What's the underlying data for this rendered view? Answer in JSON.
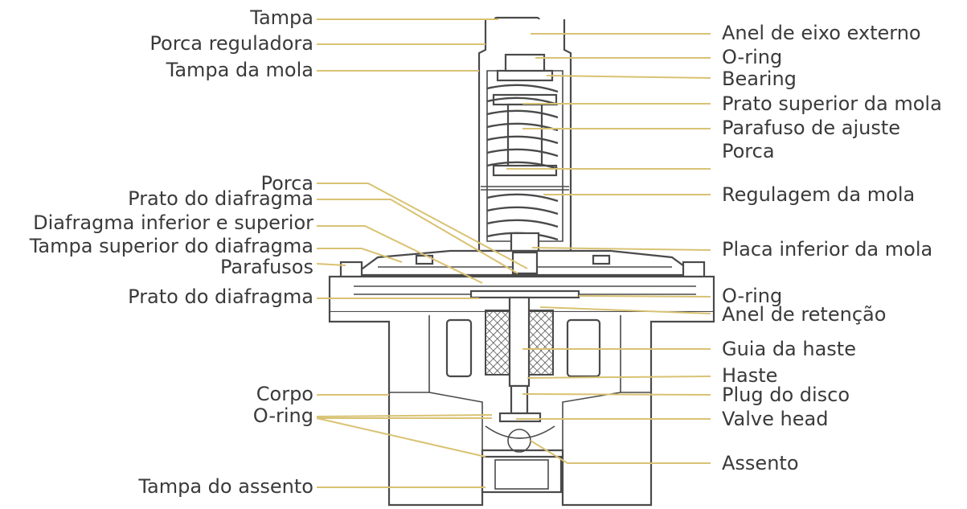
{
  "colors": {
    "leader_line": "#d9c273",
    "label_text": "#3a3a3a",
    "drawing_line": "#4a4a4a",
    "background": "#ffffff"
  },
  "labels_left": [
    "Tampa",
    "Porca reguladora",
    "Tampa da mola",
    "Porca",
    "Prato do diafragma",
    "Diafragma inferior e superior",
    "Tampa superior do diafragma",
    "Parafusos",
    "Prato do diafragma",
    "Corpo",
    "O-ring",
    "Tampa do assento"
  ],
  "labels_right": [
    "Anel de eixo externo",
    "O-ring",
    "Bearing",
    "Prato superior da mola",
    "Parafuso de ajuste",
    "Porca",
    "Regulagem da mola",
    "Placa inferior da mola",
    "O-ring",
    "Anel de retenção",
    "Guia da haste",
    "Haste",
    "Plug do disco",
    "Valve head",
    "Assento"
  ]
}
